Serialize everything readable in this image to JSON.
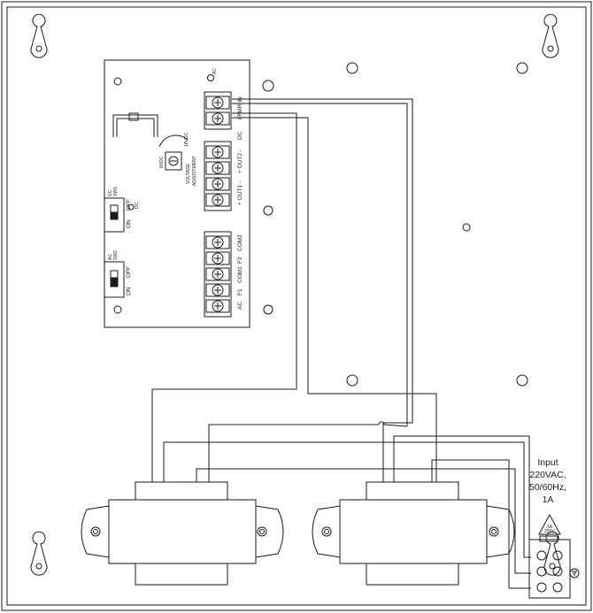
{
  "board": {
    "dc_switch": {
      "name": "DC",
      "id": "SW1",
      "on": "ON",
      "off": "OFF",
      "tag": "DC"
    },
    "ac_switch": {
      "name": "AC",
      "id": "SW2",
      "on": "ON",
      "off": "OFF"
    },
    "ac_led": "AC",
    "dc_led": "DC",
    "voltage_adj": {
      "title": "VOLTAGE",
      "subtitle": "ADJUSTMENT",
      "low": "8VDC",
      "high": "18VDC"
    },
    "terminals_top": {
      "xfmr": "XFMR IN",
      "dc": "DC",
      "out2": "+ OUT2 -",
      "out1": "+ OUT1 -"
    },
    "terminals_bottom": {
      "com2": "COM2",
      "f2": "F2",
      "com1": "COM1",
      "f1": "F1",
      "ac": "AC"
    }
  },
  "input": {
    "line1": "Input",
    "line2": "220VAC,",
    "line3": "50/60Hz,",
    "line4": "1A",
    "fuse_rating": "1A",
    "fuse_voltage": "250V"
  },
  "colors": {
    "line": "#1a1a1a",
    "background": "#ffffff"
  }
}
